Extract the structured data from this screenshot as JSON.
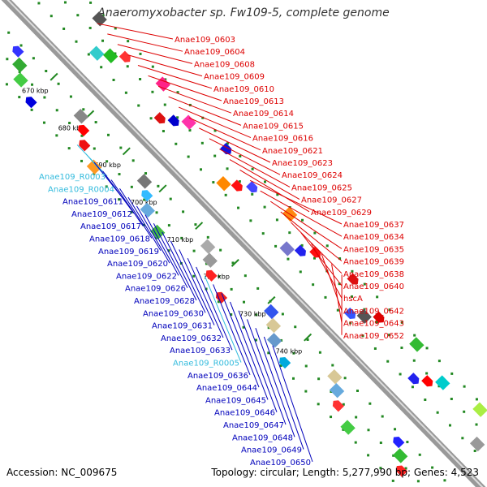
{
  "title": "Anaeromyxobacter sp. Fw109-5, complete genome",
  "accession_label": "Accession: NC_009675",
  "topology_label": "Topology: circular; Length: 5,277,990 bp; Genes: 4,523",
  "colors": {
    "forward_label": "#dd0000",
    "reverse_label": "#0000bb",
    "rna_label": "#33bbdd",
    "backbone": "#999999",
    "tick": "#228822"
  },
  "scale_labels": [
    "670 kbp",
    "680 kbp",
    "690 kbp",
    "700 kbp",
    "710 kbp",
    "720 kbp",
    "730 kbp",
    "740 kbp"
  ],
  "right_labels": [
    "Anae109_0603",
    "Anae109_0604",
    "Anae109_0608",
    "Anae109_0609",
    "Anae109_0610",
    "Anae109_0613",
    "Anae109_0614",
    "Anae109_0615",
    "Anae109_0616",
    "Anae109_0621",
    "Anae109_0623",
    "Anae109_0624",
    "Anae109_0625",
    "Anae109_0627",
    "Anae109_0629",
    "Anae109_0637",
    "Anae109_0634",
    "Anae109_0635",
    "Anae109_0639",
    "Anae109_0638",
    "Anae109_0640",
    "hscA",
    "Anae109_0642",
    "Anae109_0643",
    "Anae109_0652"
  ],
  "left_labels": [
    {
      "text": "Anae109_R0003",
      "type": "rna"
    },
    {
      "text": "Anae109_R0004",
      "type": "rna"
    },
    {
      "text": "Anae109_0611",
      "type": "gene"
    },
    {
      "text": "Anae109_0612",
      "type": "gene"
    },
    {
      "text": "Anae109_0617",
      "type": "gene"
    },
    {
      "text": "Anae109_0618",
      "type": "gene"
    },
    {
      "text": "Anae109_0619",
      "type": "gene"
    },
    {
      "text": "Anae109_0620",
      "type": "gene"
    },
    {
      "text": "Anae109_0622",
      "type": "gene"
    },
    {
      "text": "Anae109_0626",
      "type": "gene"
    },
    {
      "text": "Anae109_0628",
      "type": "gene"
    },
    {
      "text": "Anae109_0630",
      "type": "gene"
    },
    {
      "text": "Anae109_0631",
      "type": "gene"
    },
    {
      "text": "Anae109_0632",
      "type": "gene"
    },
    {
      "text": "Anae109_0633",
      "type": "gene"
    },
    {
      "text": "Anae109_R0005",
      "type": "rna"
    },
    {
      "text": "Anae109_0636",
      "type": "gene"
    },
    {
      "text": "Anae109_0644",
      "type": "gene"
    },
    {
      "text": "Anae109_0645",
      "type": "gene"
    },
    {
      "text": "Anae109_0646",
      "type": "gene"
    },
    {
      "text": "Anae109_0647",
      "type": "gene"
    },
    {
      "text": "Anae109_0648",
      "type": "gene"
    },
    {
      "text": "Anae109_0649",
      "type": "gene"
    },
    {
      "text": "Anae109_0650",
      "type": "gene"
    }
  ],
  "features": [
    {
      "color": "#ff2222",
      "shape": "arrow"
    },
    {
      "color": "#ff9900",
      "shape": "box"
    },
    {
      "color": "#00ccdd",
      "shape": "box"
    },
    {
      "color": "#3333ff",
      "shape": "arrow"
    },
    {
      "color": "#33aa33",
      "shape": "box"
    },
    {
      "color": "#44cc44",
      "shape": "box"
    },
    {
      "color": "#555555",
      "shape": "box"
    },
    {
      "color": "#0000dd",
      "shape": "arrow"
    },
    {
      "color": "#33cccc",
      "shape": "box"
    },
    {
      "color": "#22bb22",
      "shape": "box"
    },
    {
      "color": "#ff3333",
      "shape": "arrow"
    },
    {
      "color": "#888888",
      "shape": "box"
    },
    {
      "color": "#ff0000",
      "shape": "arrow"
    },
    {
      "color": "#ee1111",
      "shape": "arrow"
    },
    {
      "color": "#ff2288",
      "shape": "box"
    },
    {
      "color": "#ff9922",
      "shape": "box"
    },
    {
      "color": "#dd1111",
      "shape": "arrow"
    },
    {
      "color": "#0000cc",
      "shape": "arrow"
    },
    {
      "color": "#ff33aa",
      "shape": "box"
    },
    {
      "color": "#777777",
      "shape": "box"
    },
    {
      "color": "#33bbff",
      "shape": "arrow"
    },
    {
      "color": "#66aadd",
      "shape": "box"
    },
    {
      "color": "#1111dd",
      "shape": "arrow"
    },
    {
      "color": "#44bb44",
      "shape": "box"
    },
    {
      "color": "#ff8800",
      "shape": "box"
    },
    {
      "color": "#ff1111",
      "shape": "arrow"
    },
    {
      "color": "#4444ff",
      "shape": "arrow"
    },
    {
      "color": "#aaaaaa",
      "shape": "box"
    },
    {
      "color": "#999999",
      "shape": "box"
    },
    {
      "color": "#ff2222",
      "shape": "arrow"
    },
    {
      "color": "#ff8811",
      "shape": "box"
    },
    {
      "color": "#ee2222",
      "shape": "arrow"
    },
    {
      "color": "#7777cc",
      "shape": "box"
    },
    {
      "color": "#2222ee",
      "shape": "arrow"
    },
    {
      "color": "#ff1111",
      "shape": "arrow"
    },
    {
      "color": "#3355ee",
      "shape": "box"
    },
    {
      "color": "#d8c896",
      "shape": "box"
    },
    {
      "color": "#6699cc",
      "shape": "box"
    },
    {
      "color": "#dd1111",
      "shape": "arrow"
    },
    {
      "color": "#00aadd",
      "shape": "arrow"
    },
    {
      "color": "#3355ff",
      "shape": "arrow"
    },
    {
      "color": "#555555",
      "shape": "box"
    },
    {
      "color": "#dd0000",
      "shape": "arrow"
    },
    {
      "color": "#d8c896",
      "shape": "box"
    },
    {
      "color": "#66aadd",
      "shape": "box"
    },
    {
      "color": "#ff3333",
      "shape": "arrow"
    },
    {
      "color": "#33bb33",
      "shape": "box"
    },
    {
      "color": "#44cc44",
      "shape": "box"
    },
    {
      "color": "#2222ee",
      "shape": "arrow"
    },
    {
      "color": "#ff0000",
      "shape": "arrow"
    },
    {
      "color": "#00cccc",
      "shape": "box"
    },
    {
      "color": "#2222ff",
      "shape": "arrow"
    },
    {
      "color": "#33bb33",
      "shape": "box"
    },
    {
      "color": "#ff2222",
      "shape": "arrow"
    },
    {
      "color": "#aaee44",
      "shape": "box"
    },
    {
      "color": "#33bb33",
      "shape": "box"
    },
    {
      "color": "#999999",
      "shape": "box"
    },
    {
      "color": "#ffaaaa",
      "shape": "box"
    }
  ]
}
